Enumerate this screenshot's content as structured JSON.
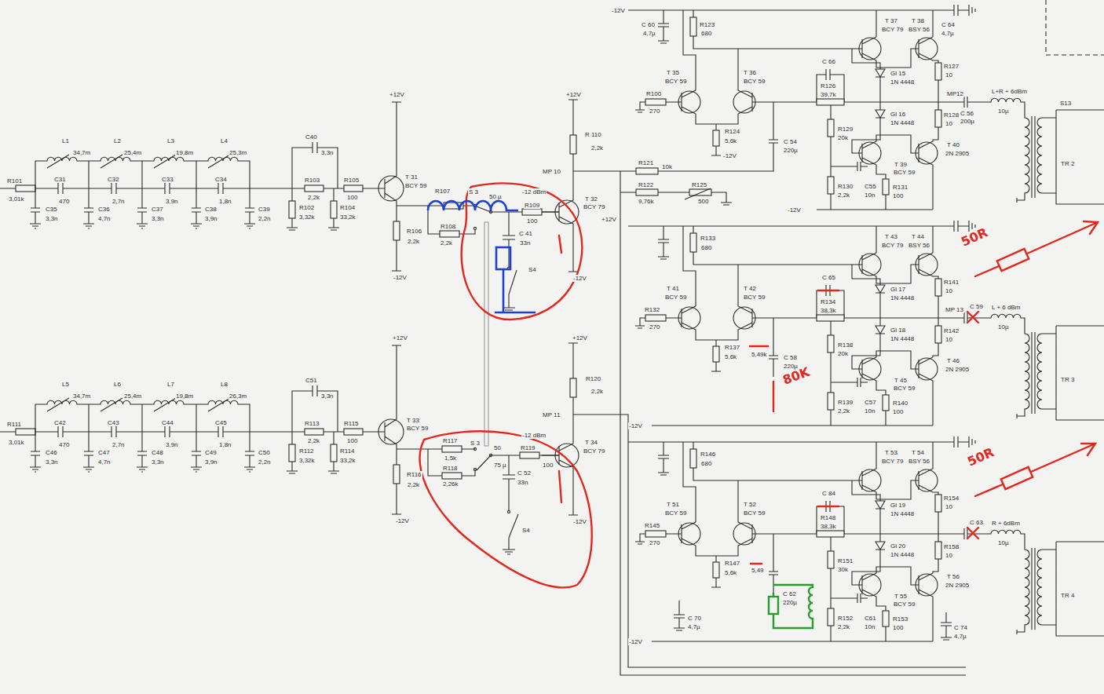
{
  "diagram": {
    "labels": [
      "L1",
      "34,7m",
      "L2",
      "25,4m",
      "L3",
      "19,8m",
      "L4",
      "25,3m",
      "C40",
      "3,3n",
      "R101",
      "3,01k",
      "C31",
      "470",
      "C32",
      "2,7n",
      "C33",
      "3,9n",
      "C34",
      "1,8n",
      "R103",
      "2,2k",
      "R105",
      "100",
      "C35",
      "3,3n",
      "C36",
      "4,7n",
      "C37",
      "3,3n",
      "C38",
      "3,9n",
      "C39",
      "2,2n",
      "R102",
      "3,32k",
      "R104",
      "33,2k",
      "+12V",
      "T 31",
      "BCY 59",
      "R107",
      "S 3",
      "50 µ",
      "R109",
      "100",
      "R106",
      "2,2k",
      "R108",
      "2,2k",
      "C 41",
      "33n",
      "S4",
      "-12V",
      "+12V",
      "R 110",
      "2,2k",
      "MP 10",
      "-12 dBm",
      "T 32",
      "BCY 79",
      "-12V",
      "L5",
      "34,7m",
      "L6",
      "25,4m",
      "L7",
      "19,8m",
      "L8",
      "26,3m",
      "C51",
      "3,3n",
      "R111",
      "3,01k",
      "C42",
      "470",
      "C43",
      "2,7n",
      "C44",
      "3,9n",
      "C45",
      "1,8n",
      "R113",
      "2,2k",
      "R115",
      "100",
      "C46",
      "3,3n",
      "C47",
      "4,7n",
      "C48",
      "3,3n",
      "C49",
      "3,9n",
      "C50",
      "2,2n",
      "R112",
      "3,32k",
      "R114",
      "33,2k",
      "+12V",
      "T 33",
      "BCY 59",
      "R117",
      "1,5k",
      "S 3",
      "50",
      "75 µ",
      "R118",
      "2,26k",
      "R119",
      "100",
      "C 52",
      "33n",
      "S4",
      "R116",
      "2,2k",
      "-12V",
      "+12V",
      "R120",
      "2,2k",
      "MP 11",
      "-12 dBm",
      "T 34",
      "BCY 79",
      "-12V",
      "-12V",
      "C 60",
      "4,7µ",
      "R123",
      "680",
      "T 37",
      "BCY 79",
      "T 38",
      "BSY 56",
      "C 64",
      "4,7µ",
      "T 35",
      "BCY 59",
      "T 36",
      "BCY 59",
      "C 66",
      "Gl 15",
      "1N 4448",
      "R127",
      "10",
      "R100",
      "270",
      "R126",
      "39,7k",
      "MP12",
      "C 56",
      "200µ",
      "L+R + 6dBm",
      "10µ",
      "Gl 16",
      "1N 4448",
      "R128",
      "10",
      "R124",
      "5,6k",
      "-12V",
      "R129",
      "20k",
      "C 54",
      "220µ",
      "T 39",
      "BCY 59",
      "T 40",
      "2N 2905",
      "R121",
      "10k",
      "R122",
      "9,76k",
      "R125",
      "500",
      "R130",
      "2,2k",
      "C55",
      "10n",
      "R131",
      "100",
      "-12V",
      "S13",
      "TR 2",
      "+12V",
      "R133",
      "680",
      "T 43",
      "BCY 79",
      "T 44",
      "BSY 56",
      "C 65",
      "T 41",
      "BCY 59",
      "T 42",
      "BCY 59",
      "Gl 17",
      "1N 4448",
      "R141",
      "10",
      "MP 13",
      "C 59",
      "L + 6 dBm",
      "10µ",
      "R132",
      "270",
      "R134",
      "38,3k",
      "Gl 18",
      "1N 4448",
      "R142",
      "10",
      "5,49k",
      "R138",
      "20k",
      "T 46",
      "2N 2905",
      "R137",
      "5,6k",
      "C 58",
      "220µ",
      "T 45",
      "BCY 59",
      "R139",
      "2,2k",
      "C57",
      "10n",
      "R140",
      "100",
      "TR 3",
      "-12V",
      "R146",
      "680",
      "T 53",
      "BCY 79",
      "T 54",
      "BSY 56",
      "C 84",
      "T 51",
      "BCY 59",
      "T 52",
      "BCY 59",
      "Gl 19",
      "1N 4448",
      "R154",
      "10",
      "C 63",
      "R + 6dBm",
      "10µ",
      "R145",
      "270",
      "R148",
      "38,3k",
      "Gl 20",
      "1N 4448",
      "R158",
      "10",
      "5,49",
      "R151",
      "30k",
      "C 62",
      "220µ",
      "T 55",
      "BCY 59",
      "T 56",
      "2N 2905",
      "R147",
      "5,6k",
      "C 70",
      "4,7µ",
      "R152",
      "2,2k",
      "C61",
      "10n",
      "R153",
      "100",
      "C 74",
      "4,7µ",
      "TR 4",
      "-12V",
      "50R",
      "80K",
      "50R"
    ]
  }
}
